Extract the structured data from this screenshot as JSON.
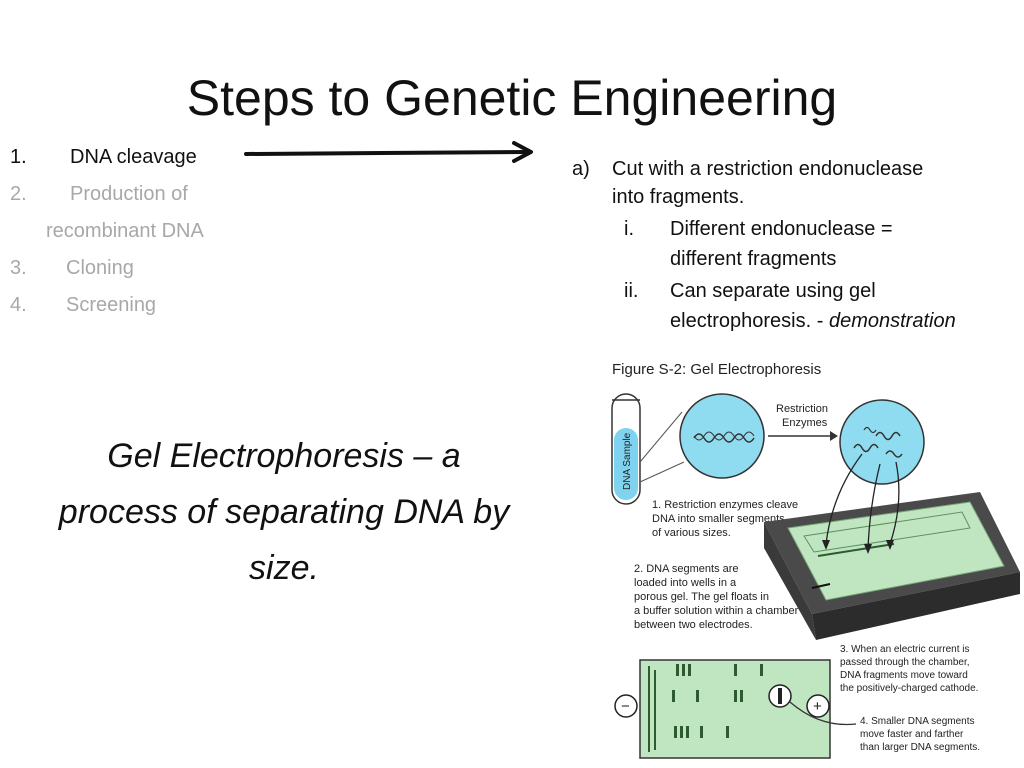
{
  "slide": {
    "title": "Steps to Genetic Engineering",
    "steps": [
      {
        "num": "1.",
        "label": "DNA cleavage"
      },
      {
        "num": "2.",
        "label": "Production of"
      },
      {
        "num": "",
        "label": "recombinant DNA"
      },
      {
        "num": "3.",
        "label": "Cloning"
      },
      {
        "num": "4.",
        "label": "Screening"
      }
    ],
    "notes": {
      "a_marker": "a)",
      "a_line1": "Cut with a restriction endonuclease",
      "a_line2": "into fragments.",
      "i_marker": "i.",
      "i_line1": "Different endonuclease =",
      "i_line2": "different fragments",
      "ii_marker": "ii.",
      "ii_line1": "Can separate using gel",
      "ii_line2_plain": "electrophoresis. - ",
      "ii_line2_italic": "demonstration"
    },
    "callout": {
      "line1": "Gel Electrophoresis – a",
      "line2": "process of separating DNA by",
      "line3": "size."
    }
  },
  "figure": {
    "title": "Figure S-2: Gel Electrophoresis",
    "tube_label": "DNA Sample",
    "enzyme_line1": "Restriction",
    "enzyme_line2": "Enzymes",
    "caption1": [
      "1. Restriction enzymes cleave",
      "DNA into smaller segments",
      "of various sizes."
    ],
    "caption2": [
      "2. DNA segments are",
      "loaded into wells in a",
      "porous gel.  The gel floats in",
      "a buffer solution within a chamber",
      "between two electrodes."
    ],
    "caption3": [
      "3. When an electric current is",
      "passed through the chamber,",
      "DNA fragments move toward",
      "the positively-charged cathode."
    ],
    "caption4": [
      "4. Smaller DNA segments",
      "move faster and farther",
      "than larger DNA segments."
    ],
    "minus_symbol": "−",
    "plus_symbol": "+",
    "colors": {
      "gel": "#bfe6c0",
      "tube": "#7fd3ee",
      "circle": "#8fdcf0",
      "chamber": "#3a3a3a"
    }
  }
}
